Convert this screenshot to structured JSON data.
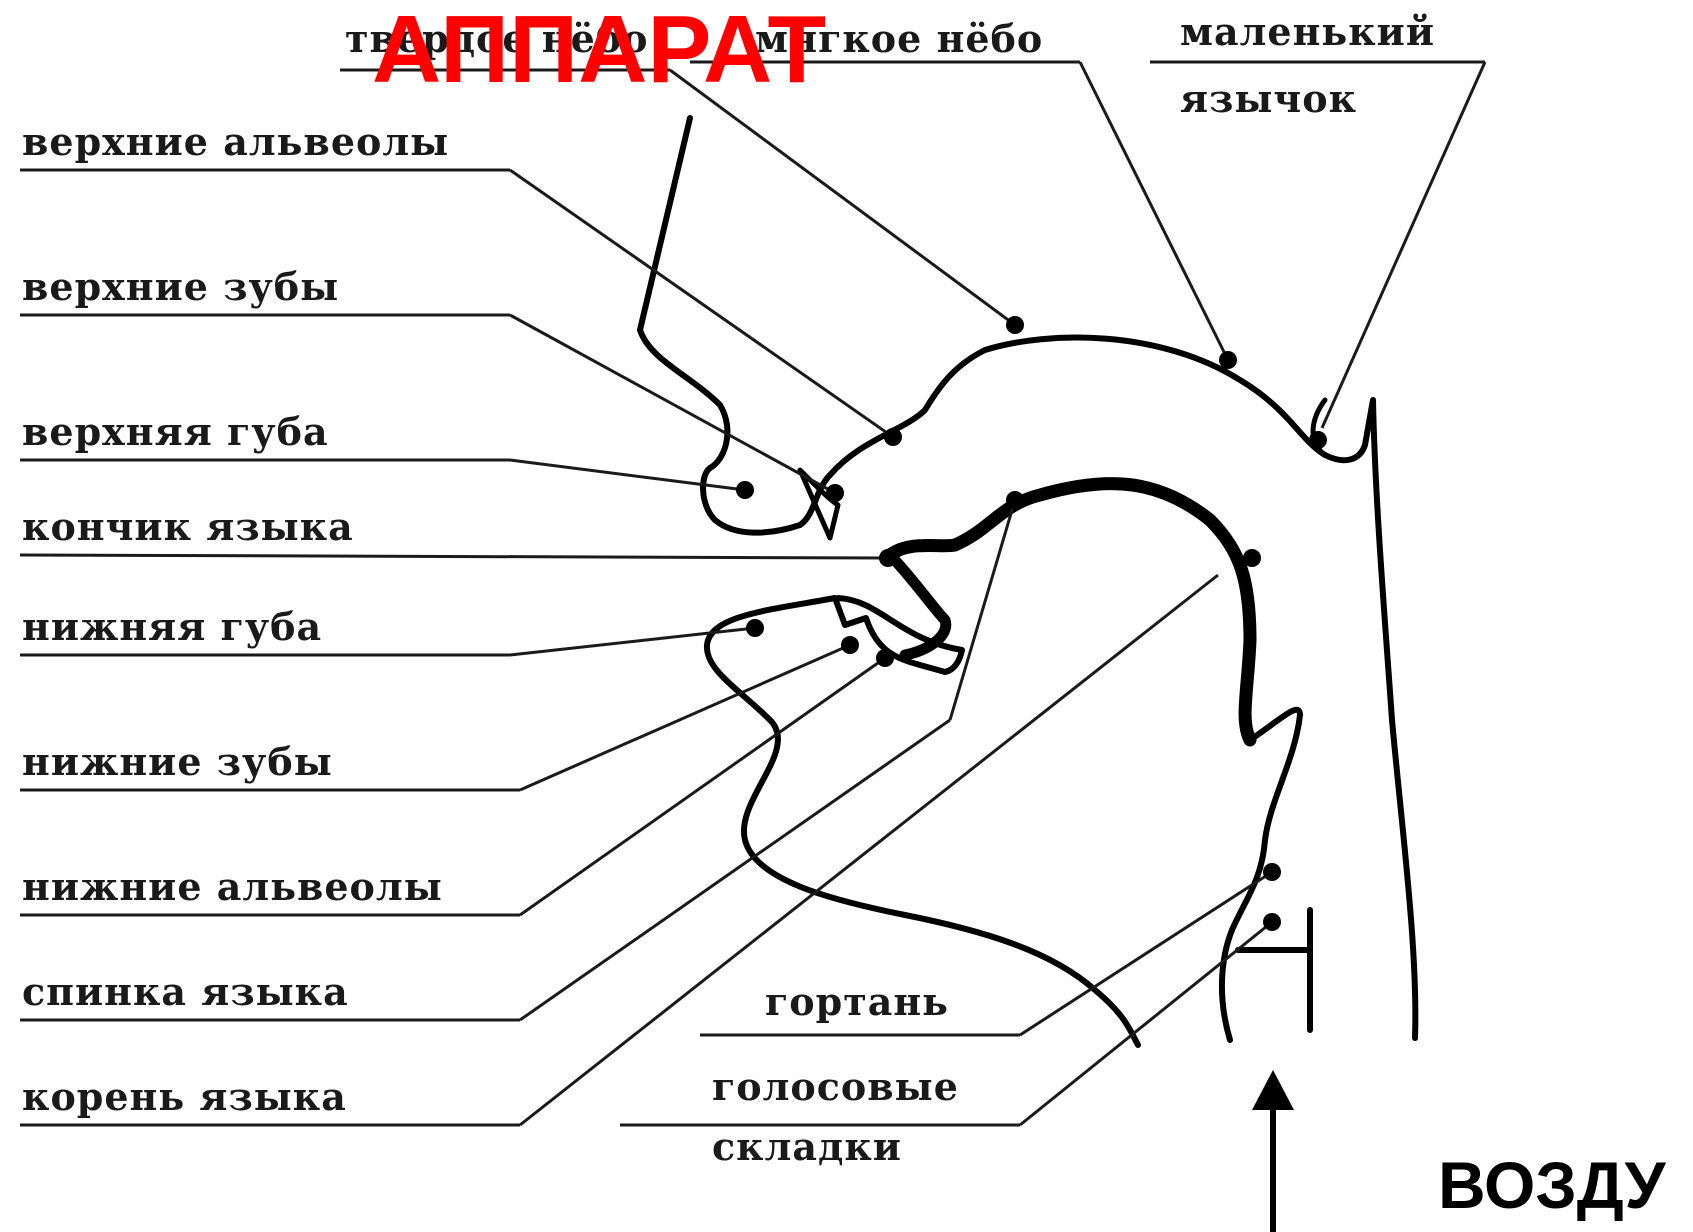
{
  "title": "АППАРАТ",
  "title_color": "#ff0000",
  "labels": {
    "hard_palate": "твердое нёбо",
    "soft_palate": "мягкое нёбо",
    "uvula_line1": "маленький",
    "uvula_line2": "язычок",
    "upper_alveoli": "верхние альвеолы",
    "upper_teeth": "верхние зубы",
    "upper_lip": "верхняя губа",
    "tongue_tip": "кончик языка",
    "lower_lip": "нижняя губа",
    "lower_teeth": "нижние зубы",
    "lower_alveoli": "нижние альвеолы",
    "tongue_back": "спинка языка",
    "tongue_root": "корень языка",
    "larynx": "гортань",
    "vocal_folds_line1": "голосовые",
    "vocal_folds_line2": "складки"
  },
  "air_label": "ВОЗДУ"
}
